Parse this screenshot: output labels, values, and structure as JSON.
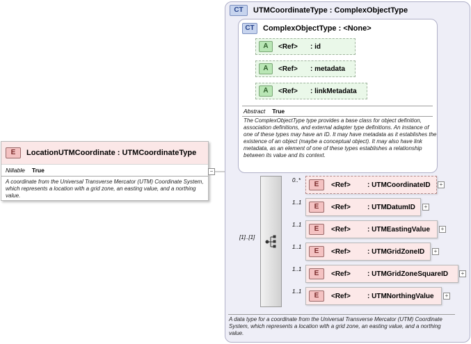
{
  "root_element": {
    "badge": "E",
    "title": "LocationUTMCoordinate : UTMCoordinateType",
    "nillable_key": "Nillable",
    "nillable_value": "True",
    "description": "A coordinate from the Universal Transverse Mercator (UTM) Coordinate System, which represents a location with a grid zone, an easting value, and a northing value."
  },
  "utm_type": {
    "badge": "CT",
    "title": "UTMCoordinateType : ComplexObjectType",
    "description": "A data type for a coordinate from the Universal Transverse Mercator (UTM) Coordinate System, which represents a location with a grid zone, an easting value, and a northing value.",
    "sequence_cardinality": "[1]..[1]"
  },
  "complex_object_type": {
    "badge": "CT",
    "title": "ComplexObjectType : <None>",
    "abstract_key": "Abstract",
    "abstract_value": "True",
    "description": "The ComplexObjectType type provides a base class for object definition, association definitions, and external adapter type definitions. An instance of one of these types may have an ID. It may have metadata as it establishes the existence of an object (maybe a conceptual object). It may also have link metadata, as an element of one of these types establishes a relationship between its value and its context.",
    "attributes": [
      {
        "badge": "A",
        "ref": "<Ref>",
        "name": ": id"
      },
      {
        "badge": "A",
        "ref": "<Ref>",
        "name": ": metadata"
      },
      {
        "badge": "A",
        "ref": "<Ref>",
        "name": ": linkMetadata"
      }
    ]
  },
  "children": [
    {
      "badge": "E",
      "cardinality": "0..*",
      "ref": "<Ref>",
      "name": ": UTMCoordinateID"
    },
    {
      "badge": "E",
      "cardinality": "1..1",
      "ref": "<Ref>",
      "name": ": UTMDatumID"
    },
    {
      "badge": "E",
      "cardinality": "1..1",
      "ref": "<Ref>",
      "name": ": UTMEastingValue"
    },
    {
      "badge": "E",
      "cardinality": "1..1",
      "ref": "<Ref>",
      "name": ": UTMGridZoneID"
    },
    {
      "badge": "E",
      "cardinality": "1..1",
      "ref": "<Ref>",
      "name": ": UTMGridZoneSquareID"
    },
    {
      "badge": "E",
      "cardinality": "1..1",
      "ref": "<Ref>",
      "name": ": UTMNorthingValue"
    }
  ],
  "icons": {
    "expand": "+",
    "collapse": "−"
  }
}
